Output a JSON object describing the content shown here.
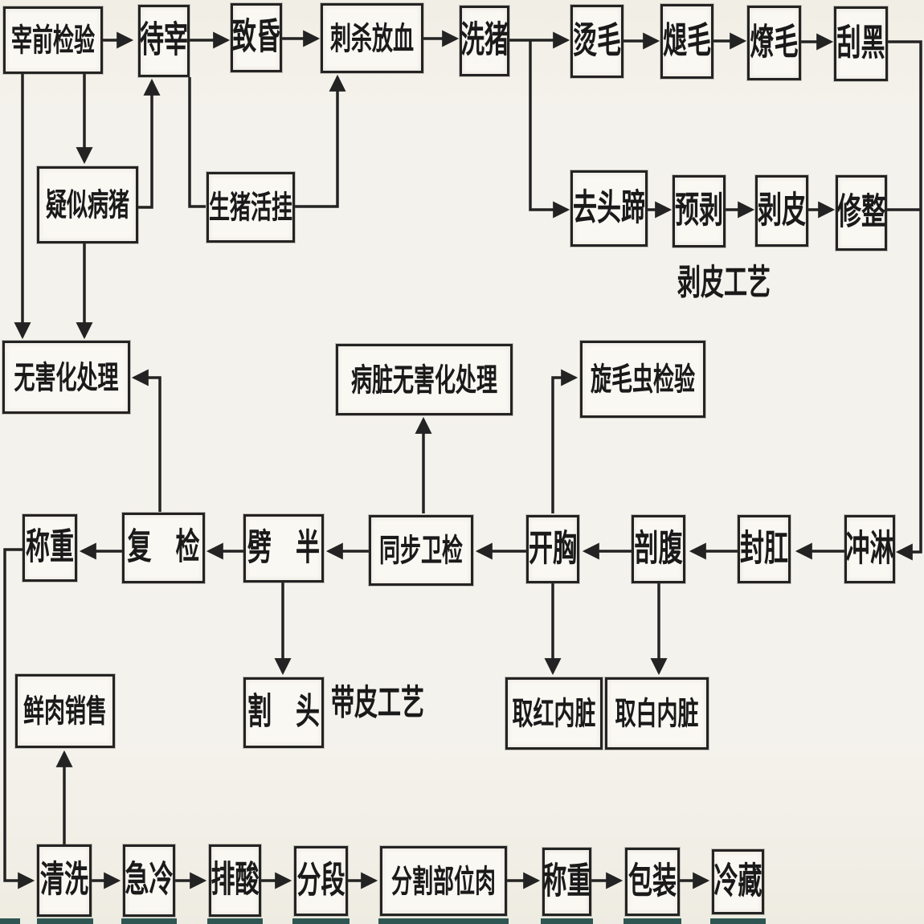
{
  "diagram": {
    "colors": {
      "paper": "#f4f2ec",
      "box_fill": "#faf8f3",
      "line": "#232323",
      "text": "#1a1a1a",
      "artifact": "#14413d"
    },
    "nodes": {
      "pre_slaughter_inspection": {
        "label": "宰前检验"
      },
      "awaiting_slaughter": {
        "label": "待宰"
      },
      "stunning": {
        "label": "致昏"
      },
      "sticking_bleeding": {
        "label": "刺杀放血"
      },
      "pig_washing": {
        "label": "洗猪"
      },
      "scalding": {
        "label": "烫毛"
      },
      "dehairing": {
        "label": "煺毛"
      },
      "singeing": {
        "label": "燎毛"
      },
      "black_scraping": {
        "label": "刮黑"
      },
      "suspected_sick_pig": {
        "label": "疑似病猪"
      },
      "live_pig_hanging": {
        "label": "生猪活挂"
      },
      "head_hoof_removal": {
        "label": "去头蹄"
      },
      "pre_skinning": {
        "label": "预剥"
      },
      "skinning": {
        "label": "剥皮"
      },
      "trimming": {
        "label": "修整"
      },
      "harmless_disposal": {
        "label": "无害化处理"
      },
      "diseased_organ_disposal": {
        "label": "病脏无害化处理"
      },
      "trichinella_inspection": {
        "label": "旋毛虫检验"
      },
      "weighing_1": {
        "label": "称重"
      },
      "re_inspection": {
        "label": "复　检"
      },
      "splitting": {
        "label": "劈　半"
      },
      "synchronous_sanitary_inspection": {
        "label": "同步卫检"
      },
      "chest_opening": {
        "label": "开胸"
      },
      "abdominal_opening": {
        "label": "剖腹"
      },
      "anus_sealing": {
        "label": "封肛"
      },
      "rinsing": {
        "label": "冲淋"
      },
      "fresh_meat_sales": {
        "label": "鲜肉销售"
      },
      "head_cutting": {
        "label": "割　头"
      },
      "red_offal_removal": {
        "label": "取红内脏"
      },
      "white_offal_removal": {
        "label": "取白内脏"
      },
      "cleaning": {
        "label": "清洗"
      },
      "rapid_chilling": {
        "label": "急冷"
      },
      "acid_discharge": {
        "label": "排酸"
      },
      "segmenting": {
        "label": "分段"
      },
      "cut_parts_meat": {
        "label": "分割部位肉"
      },
      "weighing_2": {
        "label": "称重"
      },
      "packaging": {
        "label": "包装"
      },
      "cold_storage": {
        "label": "冷藏"
      }
    },
    "annotations": {
      "skinning_process": "剥皮工艺",
      "skin_on_process": "带皮工艺"
    }
  }
}
